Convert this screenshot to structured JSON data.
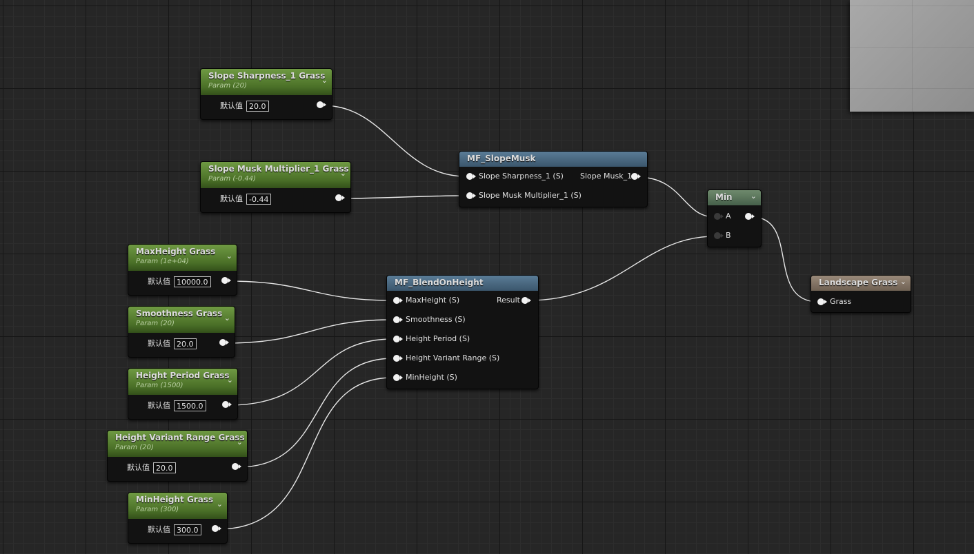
{
  "colors": {
    "param_header": "#5a8535",
    "function_header": "#4a6a84",
    "result_header": "#857565",
    "min_header": "#5a765a",
    "wire": "#e6e6e6"
  },
  "default_label": "默认值",
  "params": {
    "slope_sharpness": {
      "title": "Slope Sharpness_1 Grass",
      "subtitle": "Param (20)",
      "value": "20.0"
    },
    "slope_musk_multiplier": {
      "title": "Slope Musk Multiplier_1 Grass",
      "subtitle": "Param (-0.44)",
      "value": "-0.44"
    },
    "max_height": {
      "title": "MaxHeight Grass",
      "subtitle": "Param (1e+04)",
      "value": "10000.0"
    },
    "smoothness": {
      "title": "Smoothness Grass",
      "subtitle": "Param (20)",
      "value": "20.0"
    },
    "height_period": {
      "title": "Height Period Grass",
      "subtitle": "Param (1500)",
      "value": "1500.0"
    },
    "height_variant_range": {
      "title": "Height Variant Range Grass",
      "subtitle": "Param (20)",
      "value": "20.0"
    },
    "min_height": {
      "title": "MinHeight Grass",
      "subtitle": "Param (300)",
      "value": "300.0"
    }
  },
  "slope_musk": {
    "title": "MF_SlopeMusk",
    "inputs": [
      "Slope Sharpness_1 (S)",
      "Slope Musk Multiplier_1 (S)"
    ],
    "output": "Slope Musk_1"
  },
  "blend_on_height": {
    "title": "MF_BlendOnHeight",
    "inputs": [
      "MaxHeight (S)",
      "Smoothness (S)",
      "Height Period (S)",
      "Height Variant Range (S)",
      "MinHeight (S)"
    ],
    "output": "Result"
  },
  "min_node": {
    "title": "Min",
    "inputs": [
      "A",
      "B"
    ]
  },
  "landscape_grass": {
    "title": "Landscape Grass",
    "input": "Grass"
  }
}
